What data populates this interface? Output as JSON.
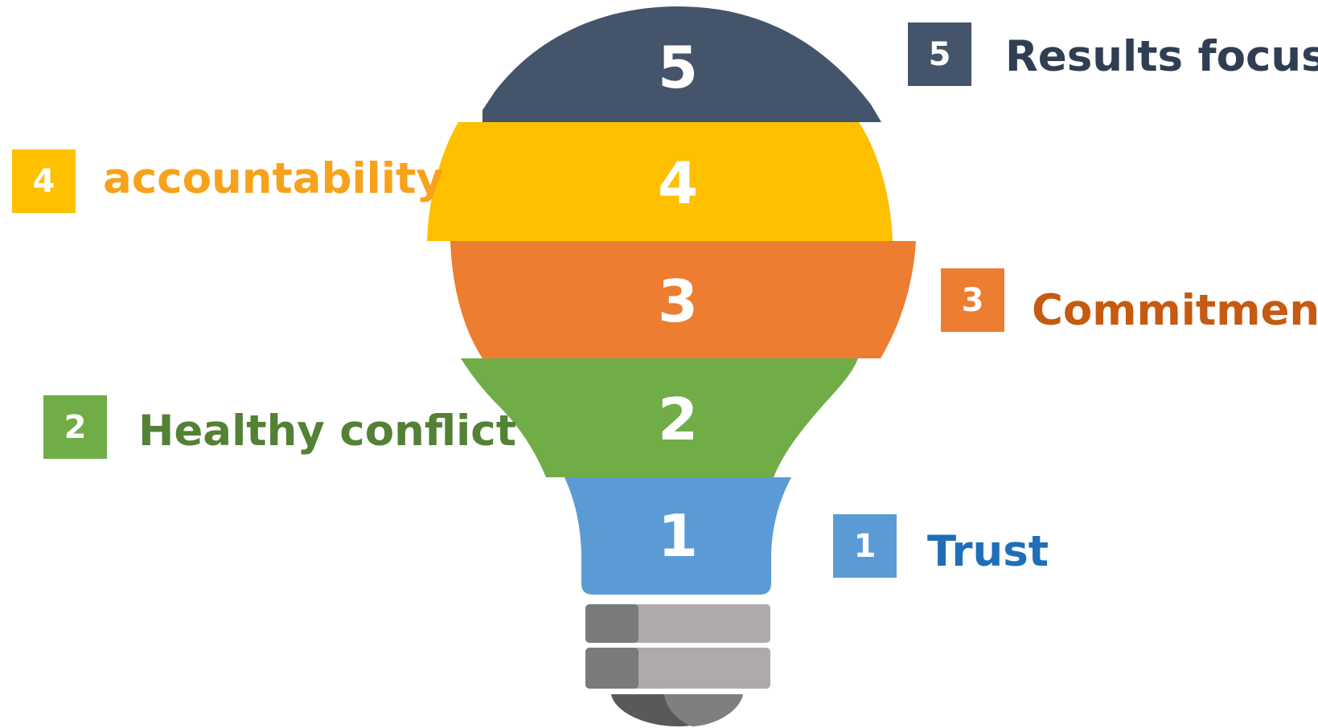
{
  "levels": [
    {
      "number": "5",
      "label": "Results focus",
      "segment_color": "#44546a",
      "badge_color": "#44546a",
      "label_color": "#2f3e52"
    },
    {
      "number": "4",
      "label": "accountability",
      "segment_color": "#ffc000",
      "badge_color": "#ffc000",
      "label_color": "#f7a21b"
    },
    {
      "number": "3",
      "label": "Commitment",
      "segment_color": "#ed7d31",
      "badge_color": "#ed7d31",
      "label_color": "#c55a11"
    },
    {
      "number": "2",
      "label": "Healthy conflict",
      "segment_color": "#70ad47",
      "badge_color": "#70ad47",
      "label_color": "#538135"
    },
    {
      "number": "1",
      "label": "Trust",
      "segment_color": "#5b9bd5",
      "badge_color": "#5b9bd5",
      "label_color": "#1f6fb8"
    }
  ],
  "base_colors": {
    "thread_dark": "#7b7a7a",
    "thread_light": "#aeaaaa",
    "cap_dark": "#595959",
    "cap_light": "#7f7f7f"
  }
}
